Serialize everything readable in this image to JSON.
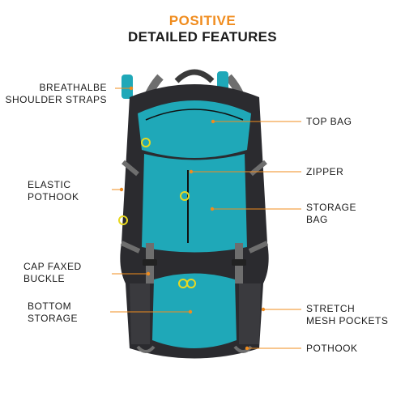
{
  "header": {
    "title_line1": "POSITIVE",
    "title_line2": "DETAILED FEATURES"
  },
  "colors": {
    "accent_orange": "#f08c1e",
    "teal": "#1fa8b8",
    "black_fabric": "#2b2b2f",
    "strap_grey": "#6e6e6e",
    "yellow_ring": "#e8d820"
  },
  "labels": {
    "shoulder_straps": [
      "BREATHALBE",
      "SHOULDER STRAPS"
    ],
    "elastic_pothook": [
      "ELASTIC",
      "POTHOOK"
    ],
    "cap_faxed_buckle": [
      "CAP FAXED",
      "BUCKLE"
    ],
    "bottom_storage": [
      "BOTTOM",
      "STORAGE"
    ],
    "top_bag": [
      "TOP BAG"
    ],
    "zipper": [
      "ZIPPER"
    ],
    "storage_bag": [
      "STORAGE",
      "BAG"
    ],
    "stretch_mesh": [
      "STRETCH",
      "MESH POCKETS"
    ],
    "pothook": [
      "POTHOOK"
    ]
  }
}
